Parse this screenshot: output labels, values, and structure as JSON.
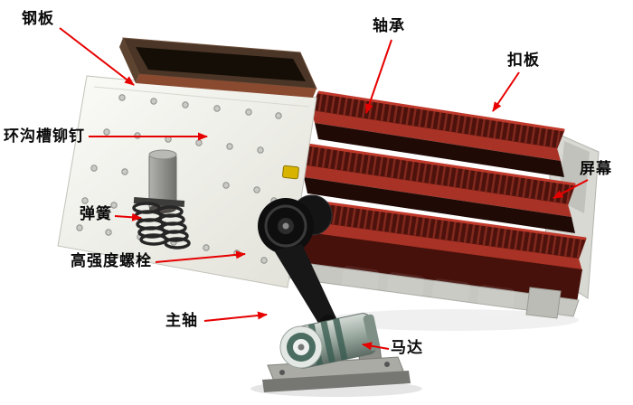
{
  "diagram": {
    "subject": "circular-vibrating-screen-parts",
    "labels": [
      {
        "id": "steel-plate",
        "text": "钢板"
      },
      {
        "id": "bearing",
        "text": "轴承"
      },
      {
        "id": "buckle-plate",
        "text": "扣板"
      },
      {
        "id": "ring-groove-rivet",
        "text": "环沟槽铆钉"
      },
      {
        "id": "screen-mesh",
        "text": "屏幕"
      },
      {
        "id": "spring",
        "text": "弹簧"
      },
      {
        "id": "high-strength-bolt",
        "text": "高强度螺栓"
      },
      {
        "id": "main-shaft",
        "text": "主轴"
      },
      {
        "id": "motor",
        "text": "马达"
      }
    ],
    "colors": {
      "arrow": "#e60000",
      "label_text": "#0a0a0a",
      "screen_deck": "#4e120c",
      "deck_edge": "#a93226",
      "deck_rim": "#c0392b",
      "side_panel": "#f2f2ee",
      "chassis": "#47110b",
      "motor_body": "#97a79e",
      "background": "#ffffff"
    }
  }
}
